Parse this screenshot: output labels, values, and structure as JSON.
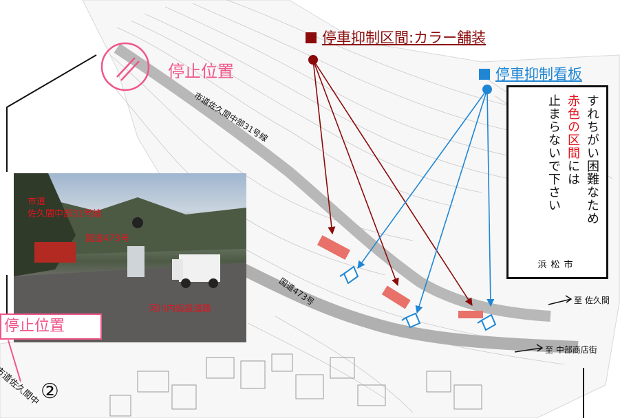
{
  "legend": {
    "zone_title": "停車抑制区間:カラー舗装",
    "sign_title": "停車抑制看板"
  },
  "map_labels": {
    "stop_position": "停止位置",
    "city_road": "市道佐久間中部31号線",
    "national_road": "国道473号",
    "bottom_road_fragment": "市道佐久間中"
  },
  "photo": {
    "city_road_line1": "市道",
    "city_road_line2": "佐久間中部31号線",
    "national_road": "国道473号",
    "temporary_road": "河川内仮設道路",
    "stop_position": "停止位置"
  },
  "sign": {
    "line1": "すれちがい困難なため",
    "line2_red": "赤色の区間",
    "line2_rest": "には",
    "line3": "止まらないで下さい",
    "city": "浜松市"
  },
  "destinations": {
    "sakuma": "至 佐久間",
    "chubu_shotengai": "至 中部商店街"
  },
  "marker_number": "②",
  "colors": {
    "zone_red": "#8b0a0a",
    "sign_blue": "#1f86d4",
    "stop_pink": "#f0558a",
    "paving_red": "#e8716a"
  }
}
